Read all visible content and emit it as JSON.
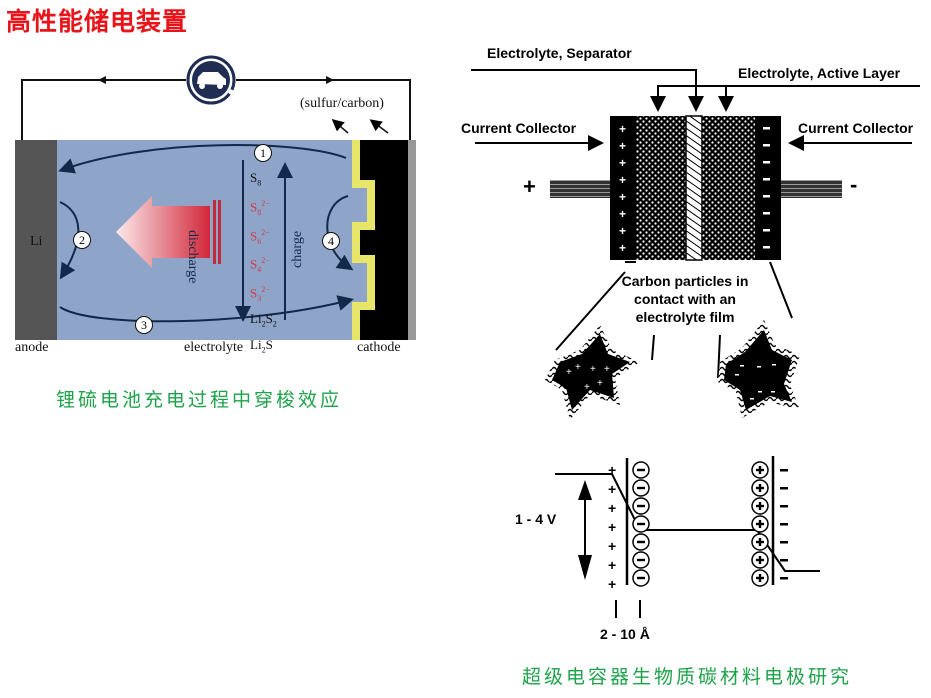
{
  "slide": {
    "title": "高性能储电装置",
    "colors": {
      "title": "#e8141a",
      "caption": "#1ea24a",
      "electrolyte": "#8ea5c9",
      "anode": "#555555",
      "cathode": "#000000",
      "coating": "#e8e66a",
      "ion_red": "#d43a4a"
    }
  },
  "left_figure": {
    "caption": "锂硫电池充电过程中穿梭效应",
    "top_label": "(sulfur/carbon)",
    "anode_material": "Li",
    "bottom_labels": {
      "anode": "anode",
      "electrolyte": "electrolyte",
      "cathode": "cathode"
    },
    "steps": [
      "1",
      "2",
      "3",
      "4"
    ],
    "discharge_label": "discharge",
    "charge_label": "charge",
    "species": [
      {
        "base": "S",
        "sub": "8",
        "sup": "",
        "color": "dark"
      },
      {
        "base": "S",
        "sub": "8",
        "sup": "2−",
        "color": "red"
      },
      {
        "base": "S",
        "sub": "6",
        "sup": "2−",
        "color": "red"
      },
      {
        "base": "S",
        "sub": "4",
        "sup": "2−",
        "color": "red"
      },
      {
        "base": "S",
        "sub": "3",
        "sup": "2−",
        "color": "red"
      }
    ],
    "products": [
      {
        "pre": "Li",
        "sub1": "2",
        "mid": "S",
        "sub2": "2"
      },
      {
        "pre": "Li",
        "sub1": "2",
        "mid": "S",
        "sub2": ""
      }
    ],
    "icon": "electric-car-icon"
  },
  "right_figure": {
    "caption": "超级电容器生物质碳材料电极研究",
    "labels": {
      "separator": "Electrolyte, Separator",
      "active_layer": "Electrolyte, Active Layer",
      "collector_left": "Current Collector",
      "collector_right": "Current Collector",
      "plus_terminal": "+",
      "minus_terminal": "-",
      "particles_line1": "Carbon particles in",
      "particles_line2": "contact with an",
      "particles_line3": "electrolyte film",
      "voltage": "1 - 4 V",
      "distance": "2 - 10 Å"
    }
  }
}
